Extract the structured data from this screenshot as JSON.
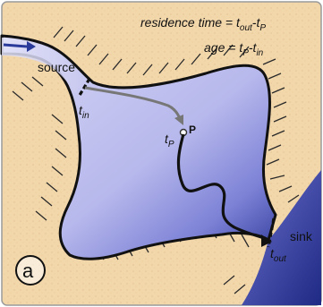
{
  "equations": {
    "residence": {
      "prefix": "residence time = t",
      "sub1": "out",
      "mid": "-t",
      "sub2": "P"
    },
    "age": {
      "prefix": "age = t",
      "sub1": "P",
      "mid": "-t",
      "sub2": "in"
    }
  },
  "labels": {
    "source": "source",
    "sink": "sink",
    "t_in": {
      "base": "t",
      "sub": "in"
    },
    "t_p": {
      "base": "t",
      "sub": "P"
    },
    "t_out": {
      "base": "t",
      "sub": "out"
    },
    "point": "P",
    "panel": "a"
  },
  "colors": {
    "background": "#f2d7ab",
    "water_light": "#c7c7ef",
    "water_dark": "#2f3a9a",
    "hatch": "#2a2a2a",
    "path_gray": "#777777",
    "path_black": "#111111"
  }
}
